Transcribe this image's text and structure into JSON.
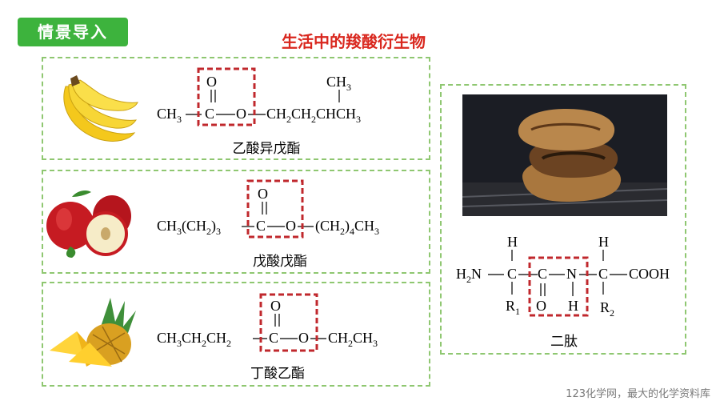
{
  "header": {
    "tag": "情景导入",
    "title": "生活中的羧酸衍生物"
  },
  "esters": [
    {
      "name": "乙酸异戊酯",
      "fruit": "banana",
      "formula": {
        "left": "CH",
        "left_sub": "3",
        "right": "CH",
        "right_sub1": "2",
        "mid": "CH",
        "right_sub2": "2",
        "tail": "CHCH",
        "tail_sub": "3",
        "branch": "CH",
        "branch_sub": "3"
      }
    },
    {
      "name": "戊酸戊酯",
      "fruit": "apple",
      "formula": {
        "left": "CH",
        "left_sub1": "3",
        "left_mid": "(CH",
        "left_sub2": "2",
        "left_close": ")",
        "left_sub3": "3",
        "right": "(CH",
        "right_sub1": "2",
        "right_close": ")",
        "right_sub2": "4",
        "right_tail": "CH",
        "right_sub3": "3"
      }
    },
    {
      "name": "丁酸乙酯",
      "fruit": "pineapple",
      "formula": {
        "left": "CH",
        "left_sub1": "3",
        "left_mid": "CH",
        "left_sub2": "2",
        "left_mid2": "CH",
        "left_sub3": "2",
        "right": "CH",
        "right_sub1": "2",
        "right_tail": "CH",
        "right_sub2": "3"
      }
    }
  ],
  "dipeptide": {
    "name": "二肽",
    "photo": "grilled-meat",
    "atoms": {
      "h2n": "H",
      "h2n_sub": "2",
      "n": "N",
      "c": "C",
      "o": "O",
      "h": "H",
      "r1": "R",
      "r1_sub": "1",
      "r2": "R",
      "r2_sub": "2",
      "cooh": "COOH"
    }
  },
  "carbonyl": {
    "c": "C",
    "o": "O"
  },
  "footer": "123化学网，最大的化学资料库",
  "colors": {
    "tag_bg": "#3db33d",
    "title": "#d9271e",
    "dash_box": "#8fc771",
    "highlight": "#c0282d"
  }
}
